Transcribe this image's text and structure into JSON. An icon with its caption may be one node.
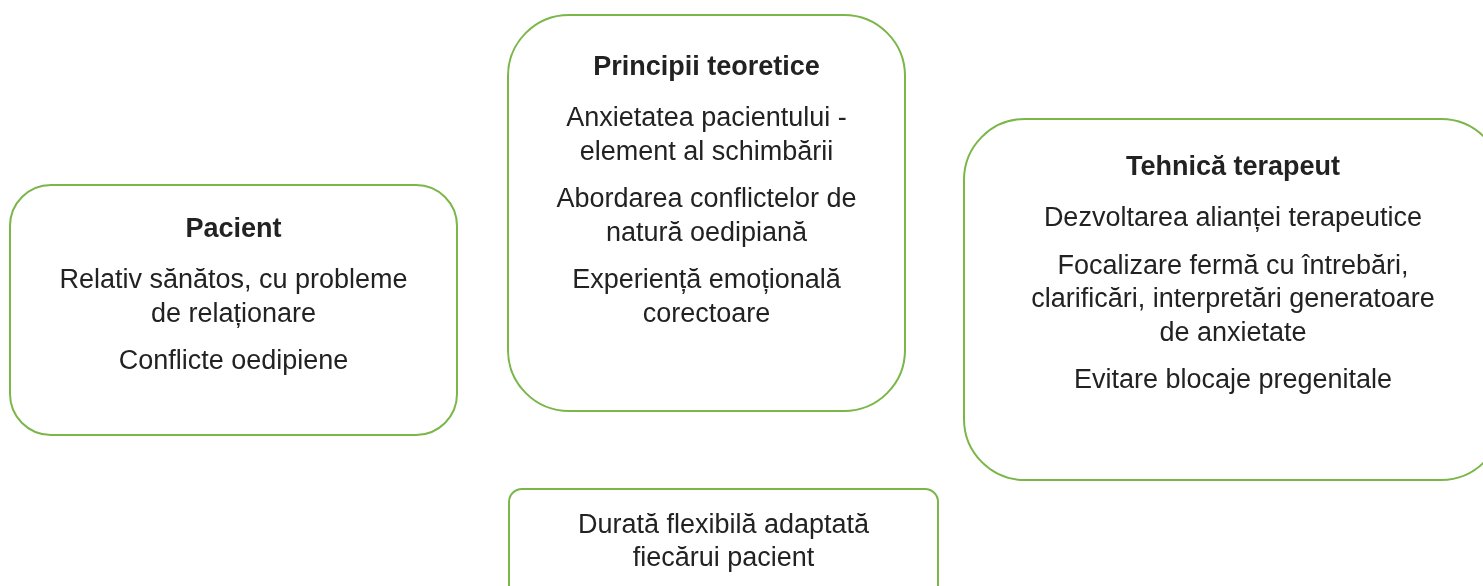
{
  "diagram": {
    "nodes": [
      {
        "text": [
          "Pacient",
          "Relativ sănătos, cu probleme de relaționare",
          "Conflicte oedipiene"
        ]
      },
      {
        "text": [
          "Principii teoretice",
          "Anxietatea pacientului - element al schimbării",
          "Abordarea conflictelor de natură oedipiană",
          "Experiență emoțională corectoare"
        ]
      },
      {
        "text": [
          "Tehnică terapeut",
          "Dezvoltarea alianței terapeutice",
          "Focalizare fermă cu întrebări, clarificări, interpretări generatoare de anxietate",
          "Evitare blocaje pregenitale"
        ]
      },
      {
        "text": [
          "Durată flexibilă adaptată fiecărui pacient"
        ]
      }
    ]
  }
}
